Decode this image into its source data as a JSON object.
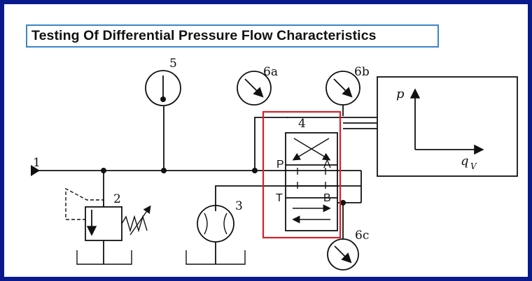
{
  "title": "Testing Of Differential Pressure Flow Characteristics",
  "labels": {
    "inlet": "1",
    "relief_valve": "2",
    "flow_meter": "3",
    "valve": "4",
    "gauge_5": "5",
    "gauge_6a": "6a",
    "gauge_6b": "6b",
    "gauge_6c": "6c",
    "port_p": "P",
    "port_a": "A",
    "port_t": "T",
    "port_b": "B",
    "axis_y": "p",
    "axis_x": "q",
    "axis_x_sub": "V"
  },
  "colors": {
    "border": "#0a1a8c",
    "title_border": "#3a86c8",
    "highlight": "#d4202a",
    "line": "#111111"
  }
}
